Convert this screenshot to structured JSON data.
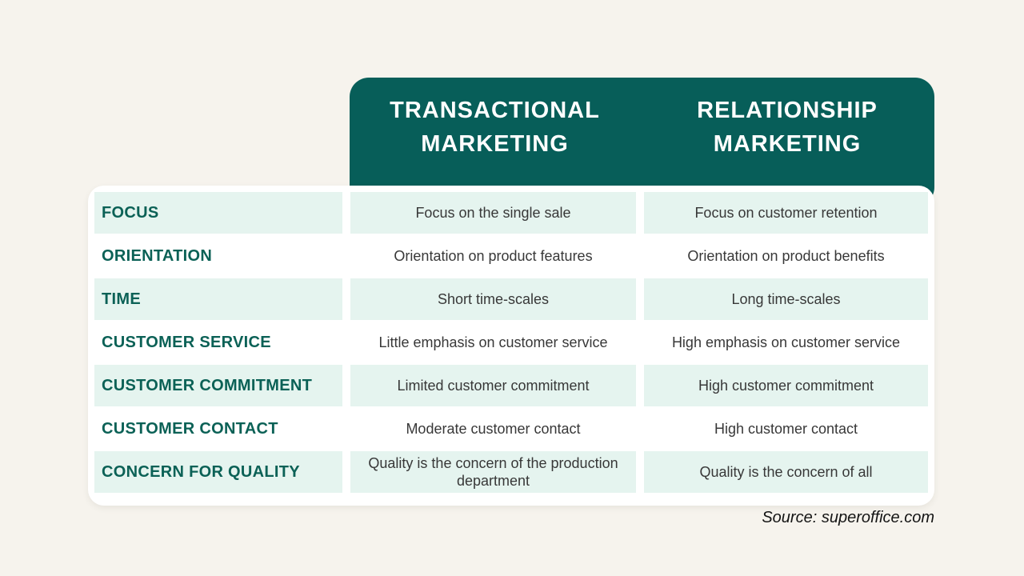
{
  "title": "Transactional Marketing vs Relationship Marketing comparison table",
  "colors": {
    "background": "#f6f3ed",
    "header_teal": "#075e59",
    "row_mint": "#e5f4ef",
    "card_white": "#ffffff",
    "label_text_teal": "#0b6156",
    "cell_text": "#383838",
    "header_text": "#ffffff"
  },
  "chart_data": {
    "type": "table",
    "columns": [
      "",
      "TRANSACTIONAL MARKETING",
      "RELATIONSHIP MARKETING"
    ],
    "rows": [
      {
        "label": "FOCUS",
        "transactional": "Focus on the single sale",
        "relationship": "Focus on customer retention"
      },
      {
        "label": "ORIENTATION",
        "transactional": "Orientation on product features",
        "relationship": "Orientation on product benefits"
      },
      {
        "label": "TIME",
        "transactional": "Short time-scales",
        "relationship": "Long time-scales"
      },
      {
        "label": "CUSTOMER SERVICE",
        "transactional": "Little emphasis on customer service",
        "relationship": "High emphasis on customer service"
      },
      {
        "label": "CUSTOMER COMMITMENT",
        "transactional": "Limited customer commitment",
        "relationship": "High customer commitment"
      },
      {
        "label": "CUSTOMER CONTACT",
        "transactional": "Moderate customer contact",
        "relationship": "High customer contact"
      },
      {
        "label": "CONCERN FOR QUALITY",
        "transactional": "Quality is the concern of the production department",
        "relationship": "Quality is the concern of all"
      }
    ],
    "legend_position": "none",
    "grid": false
  },
  "source": {
    "text": "Source: superoffice.com"
  }
}
